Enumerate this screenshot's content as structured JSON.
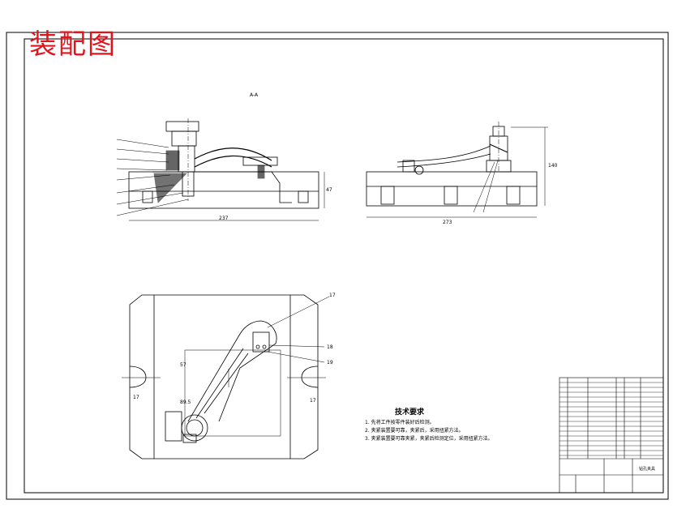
{
  "stamp": {
    "text": "装配图",
    "color": "#e0141c"
  },
  "section_label": "A-A",
  "dimensions": {
    "front_width": "237",
    "front_height": "47",
    "side_width": "273",
    "side_height": "140",
    "plan_a": "57",
    "plan_b": "89.5"
  },
  "callouts": {
    "plan_17": "17",
    "plan_18": "18",
    "plan_19": "19",
    "side_left": "17",
    "side_right": "17"
  },
  "tech_requirements": {
    "title": "技术要求",
    "items": [
      "1. 先将工件按零件装好后检测。",
      "2. 夹紧装置要可靠，夹紧后，采用扭紧方法。",
      "3. 夹紧装置要可靠夹紧，夹紧后检测定位，采用扭紧方法。"
    ]
  },
  "title_block": {
    "drawing_name": "钻孔夹具"
  },
  "colors": {
    "line": "#000000",
    "stamp": "#e0141c"
  }
}
